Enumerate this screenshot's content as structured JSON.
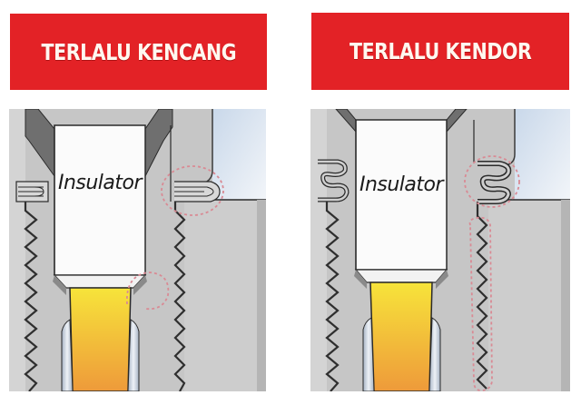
{
  "left": {
    "title": "TERLALU KENCANG",
    "part_label": "Insulator",
    "highlights": [
      "gasket-overcompressed",
      "insulator-seat-stress"
    ]
  },
  "right": {
    "title": "TERLALU KENDOR",
    "part_label": "Insulator",
    "highlights": [
      "gasket-uncompressed",
      "thread-gap"
    ]
  },
  "colors": {
    "banner_bg": "#e32226",
    "banner_text": "#fff8f0",
    "metal": "#c4c4c4",
    "metal_dark": "#6e6e6e",
    "insulator": "#fbfbfb",
    "electrode_top": "#f6e13a",
    "electrode_bottom": "#eea03a",
    "engine_bg": "#dfe8f3",
    "highlight_dash": "#d98a94"
  }
}
